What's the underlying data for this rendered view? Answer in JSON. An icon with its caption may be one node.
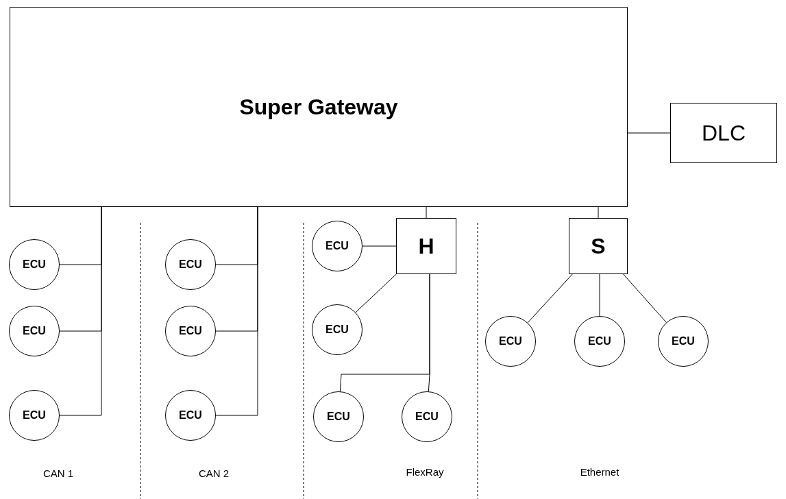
{
  "diagram": {
    "nodes": [
      {
        "text": [
          "Super Gateway"
        ]
      },
      {
        "text": [
          "DLC"
        ]
      },
      {
        "text": [
          "ECU"
        ]
      },
      {
        "text": [
          "ECU"
        ]
      },
      {
        "text": [
          "ECU"
        ]
      },
      {
        "text": [
          "ECU"
        ]
      },
      {
        "text": [
          "ECU"
        ]
      },
      {
        "text": [
          "ECU"
        ]
      },
      {
        "text": [
          "H"
        ]
      },
      {
        "text": [
          "ECU"
        ]
      },
      {
        "text": [
          "ECU"
        ]
      },
      {
        "text": [
          "ECU"
        ]
      },
      {
        "text": [
          "ECU"
        ]
      },
      {
        "text": [
          "S"
        ]
      },
      {
        "text": [
          "ECU"
        ]
      },
      {
        "text": [
          "ECU"
        ]
      },
      {
        "text": [
          "ECU"
        ]
      }
    ],
    "edges": [
      {
        "from": 0,
        "to": 1,
        "arrow": "none"
      },
      {
        "from": 2,
        "to": 0,
        "arrow": "none"
      },
      {
        "from": 3,
        "to": 0,
        "arrow": "none"
      },
      {
        "from": 4,
        "to": 0,
        "arrow": "none"
      },
      {
        "from": 5,
        "to": 0,
        "arrow": "none"
      },
      {
        "from": 6,
        "to": 0,
        "arrow": "none"
      },
      {
        "from": 7,
        "to": 0,
        "arrow": "none"
      },
      {
        "from": 0,
        "to": 8,
        "arrow": "none"
      },
      {
        "from": 8,
        "to": 9,
        "arrow": "none"
      },
      {
        "from": 8,
        "to": 10,
        "arrow": "none"
      },
      {
        "from": 8,
        "to": 11,
        "arrow": "none"
      },
      {
        "from": 8,
        "to": 12,
        "arrow": "none"
      },
      {
        "from": 0,
        "to": 13,
        "arrow": "none"
      },
      {
        "from": 13,
        "to": 14,
        "arrow": "none"
      },
      {
        "from": 13,
        "to": 15,
        "arrow": "none"
      },
      {
        "from": 13,
        "to": 16,
        "arrow": "none"
      }
    ],
    "labels": [
      "CAN 1",
      "CAN 2",
      "FlexRay",
      "Ethernet"
    ]
  }
}
